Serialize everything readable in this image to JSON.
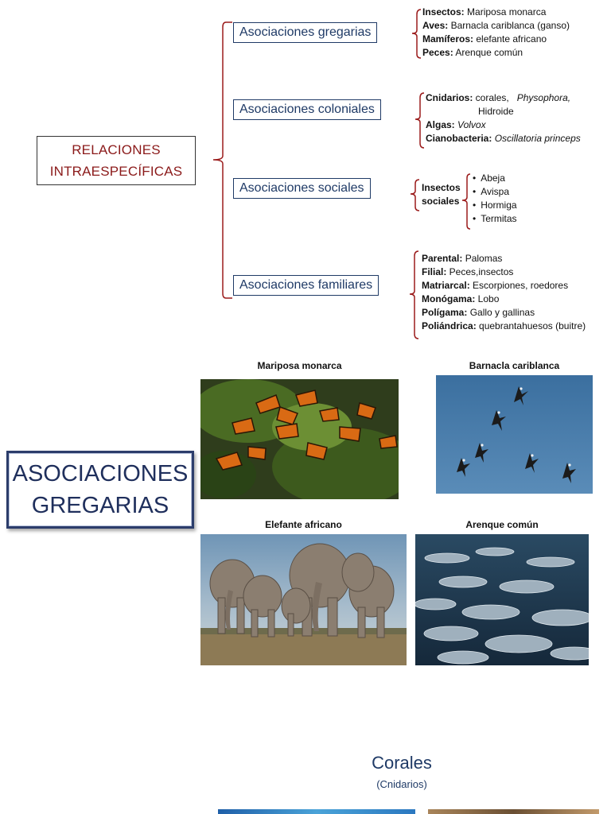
{
  "concept_map": {
    "root": {
      "line1": "RELACIONES",
      "line2": "INTRAESPECÍFICAS"
    },
    "gregarias": {
      "title": "Asociaciones  gregarias",
      "items": [
        {
          "label": "Insectos:",
          "text": " Mariposa monarca"
        },
        {
          "label": "Aves:",
          "text": " Barnacla cariblanca (ganso)"
        },
        {
          "label": "Mamíferos:",
          "text": " elefante africano"
        },
        {
          "label": "Peces:",
          "text": " Arenque común"
        }
      ]
    },
    "coloniales": {
      "title": "Asociaciones  coloniales",
      "cnidarios_label": "Cnidarios:",
      "cnidarios_text": " corales,",
      "cnidarios_italic": "Physophora,",
      "cnidarios_line2": "Hidroide",
      "algas_label": "Algas:",
      "algas_italic": "Volvox",
      "ciano_label": "Cianobacteria:",
      "ciano_italic": "Oscillatoria princeps"
    },
    "sociales": {
      "title": "Asociaciones  sociales",
      "group_line1": "Insectos",
      "group_line2": "sociales",
      "items": [
        "Abeja",
        "Avispa",
        "Hormiga",
        "Termitas"
      ]
    },
    "familiares": {
      "title": "Asociaciones  familiares",
      "items": [
        {
          "label": "Parental:",
          "text": " Palomas"
        },
        {
          "label": "Filial:",
          "text": " Peces,insectos"
        },
        {
          "label": "Matriarcal:",
          "text": " Escorpiones, roedores"
        },
        {
          "label": "Monógama:",
          "text": " Lobo"
        },
        {
          "label": "Polígama:",
          "text": " Gallo y gallinas"
        },
        {
          "label": "Poliándrica:",
          "text": " quebrantahuesos (buitre)"
        }
      ]
    }
  },
  "gallery": {
    "title_line1": "ASOCIACIONES",
    "title_line2": "GREGARIAS",
    "captions": {
      "mariposa": "Mariposa monarca",
      "barnacla": "Barnacla cariblanca",
      "elefante": "Elefante africano",
      "arenque": "Arenque común"
    }
  },
  "next_slide": {
    "title": "Corales",
    "subtitle": "(Cnidarios)"
  },
  "colors": {
    "root_text": "#8b1a1a",
    "brace": "#9b1c1c",
    "category_text": "#1f3a66",
    "big_title": "#1f2f5c"
  }
}
